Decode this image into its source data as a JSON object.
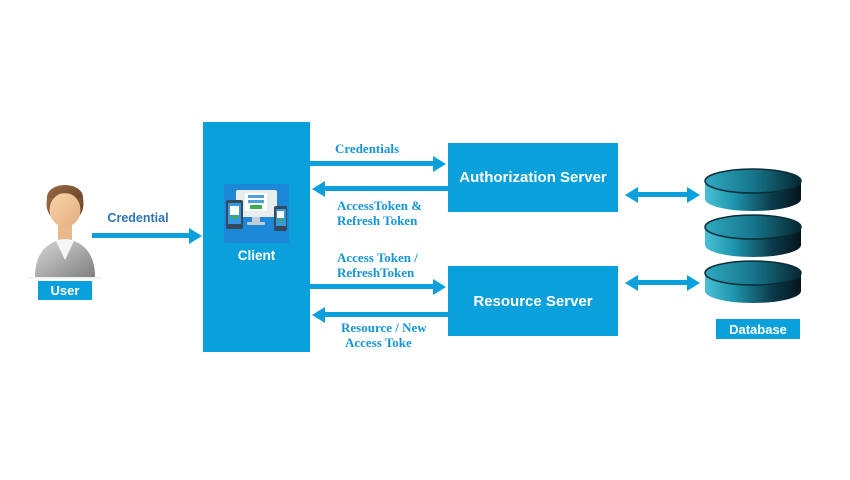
{
  "nodes": {
    "user": {
      "label": "User"
    },
    "client": {
      "label": "Client"
    },
    "authorization_server": {
      "label": "Authorization Server"
    },
    "resource_server": {
      "label": "Resource Server"
    },
    "database": {
      "label": "Database"
    }
  },
  "flows": {
    "user_to_client": {
      "label": "Credential"
    },
    "client_to_auth": {
      "label": "Credentials"
    },
    "auth_to_client": {
      "line1": "AccessToken &",
      "line2": "Refresh Token"
    },
    "client_to_resource": {
      "line1": "Access Token /",
      "line2": "RefreshToken"
    },
    "resource_to_client": {
      "line1": "Resource / New",
      "line2": "Access Toke"
    }
  },
  "colors": {
    "primary_blue": "#0aa0dc",
    "client_icon_blue": "#1e88d8",
    "flow_label_blue": "#1795d6",
    "credential_label_blue": "#2e75b6",
    "database_teal_light": "#49c0d4",
    "database_dark": "#061820"
  }
}
